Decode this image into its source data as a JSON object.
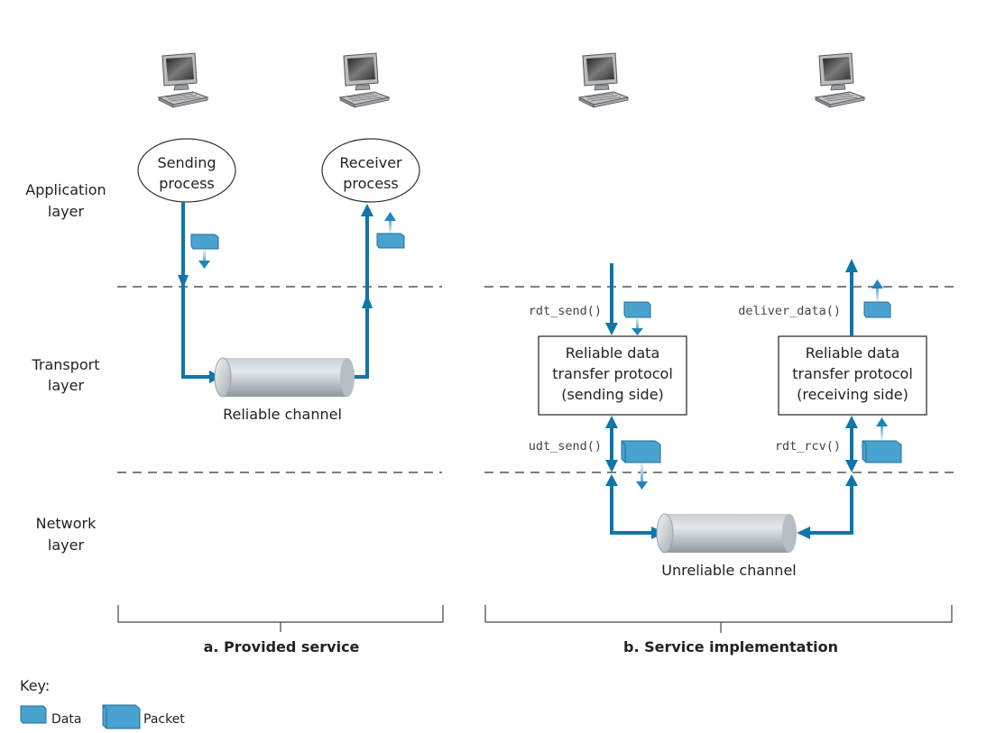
{
  "layers": {
    "application": [
      "Application",
      "layer"
    ],
    "transport": [
      "Transport",
      "layer"
    ],
    "network": [
      "Network",
      "layer"
    ]
  },
  "panel_a": {
    "sending_process": [
      "Sending",
      "process"
    ],
    "receiver_process": [
      "Receiver",
      "process"
    ],
    "channel_label": "Reliable channel",
    "caption": "a. Provided service"
  },
  "panel_b": {
    "rdt_send": "rdt_send()",
    "deliver_data": "deliver_data()",
    "udt_send": "udt_send()",
    "rdt_rcv": "rdt_rcv()",
    "sender_box": [
      "Reliable data",
      "transfer protocol",
      "(sending side)"
    ],
    "receiver_box": [
      "Reliable data",
      "transfer protocol",
      "(receiving side)"
    ],
    "channel_label": "Unreliable channel",
    "caption": "b. Service implementation"
  },
  "key": {
    "title": "Key:",
    "data_label": "Data",
    "packet_label": "Packet"
  },
  "colors": {
    "arrow": "#0e76a8",
    "packet": "#4aa3cf",
    "packet_dark": "#1f6f9b",
    "dashed": "#333333"
  }
}
